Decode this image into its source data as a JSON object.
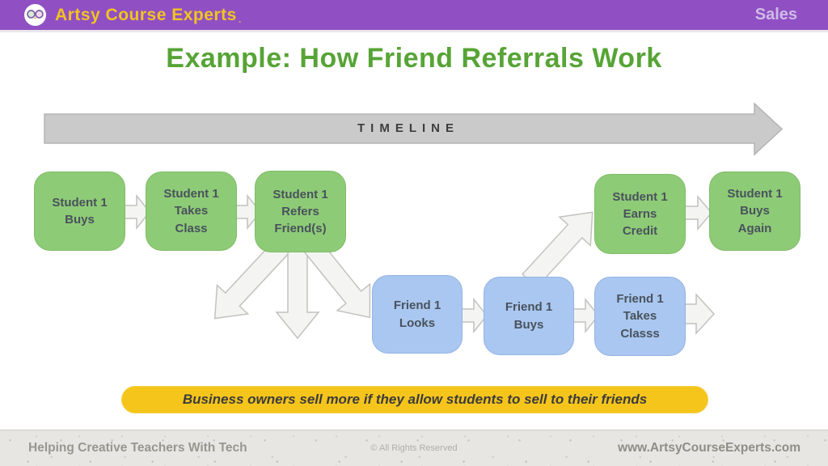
{
  "header": {
    "brand": "Artsy Course Experts",
    "brand_suffix": ".",
    "section_label": "Sales"
  },
  "title": "Example: How Friend Referrals Work",
  "diagram": {
    "timeline_label": "TIMELINE",
    "green_boxes": [
      {
        "lines": [
          "Student 1",
          "Buys"
        ]
      },
      {
        "lines": [
          "Student 1",
          "Takes",
          "Class"
        ]
      },
      {
        "lines": [
          "Student 1",
          "Refers",
          "Friend(s)"
        ]
      },
      {
        "lines": [
          "Student 1",
          "Earns",
          "Credit"
        ]
      },
      {
        "lines": [
          "Student 1",
          "Buys",
          "Again"
        ]
      }
    ],
    "blue_boxes": [
      {
        "lines": [
          "Friend 1",
          "Looks"
        ]
      },
      {
        "lines": [
          "Friend 1",
          "Buys"
        ]
      },
      {
        "lines": [
          "Friend 1",
          "Takes",
          "Classs"
        ]
      }
    ]
  },
  "banner": {
    "text": "Business owners sell more if they allow students to sell to their friends"
  },
  "footer": {
    "left": "Helping Creative Teachers With Tech",
    "center": "© All Rights Reserved",
    "right": "www.ArtsyCourseExperts.com"
  },
  "icons": {
    "logo": "owl-glasses-icon"
  },
  "colors": {
    "header_purple": "#9050C3",
    "brand_yellow": "#F2C41F",
    "sales_lavender": "#CEBBE8",
    "title_green": "#57A436",
    "green_box": "#8ECB77",
    "blue_box": "#A9C7F0",
    "banner_yellow": "#F6C51C",
    "timeline_gray": "#CACACA",
    "flow_arrow_fill": "#F4F4F2"
  }
}
